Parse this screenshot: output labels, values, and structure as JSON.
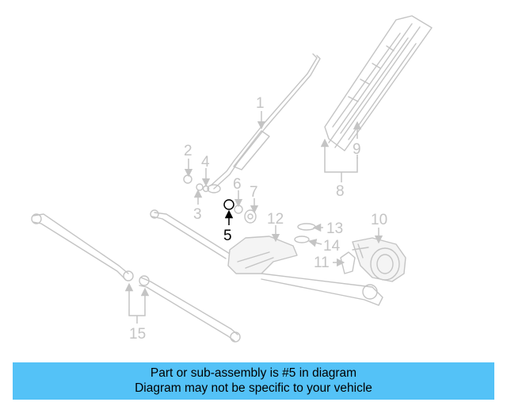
{
  "highlight_color": "#000000",
  "part_color": "#c4c4c4",
  "banner": {
    "background": "#54c2f7",
    "line1": "Part or sub-assembly is #5 in diagram",
    "line2": "Diagram may not be specific to your vehicle"
  },
  "callouts": {
    "c1": "1",
    "c2": "2",
    "c3": "3",
    "c4": "4",
    "c5": "5",
    "c6": "6",
    "c7": "7",
    "c8": "8",
    "c9": "9",
    "c10": "10",
    "c11": "11",
    "c12": "12",
    "c13": "13",
    "c14": "14",
    "c15": "15"
  },
  "highlighted_part": "5"
}
